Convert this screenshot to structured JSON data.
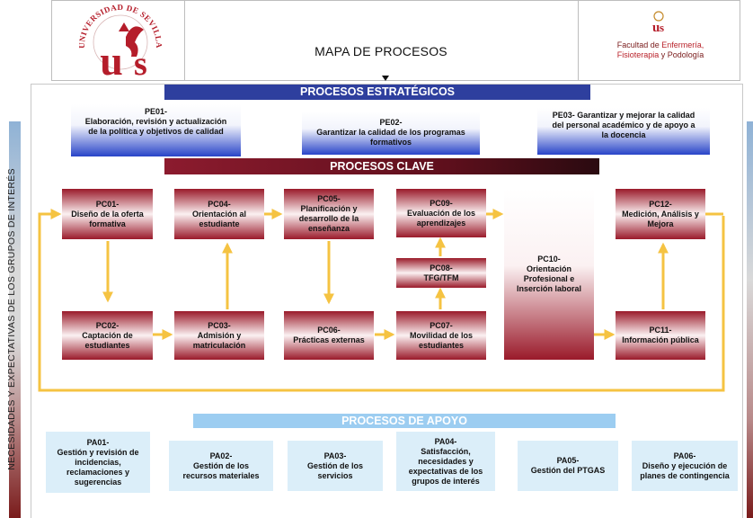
{
  "header": {
    "title": "MAPA DE PROCESOS",
    "university_logo_text": "UNIVERSIDAD DE SEVILLA",
    "faculty": {
      "line1_part1": "Facultad de ",
      "line1_part2": "Enfermería,",
      "line2_part1": "Fisioterapia ",
      "line2_part2": "y Podología"
    }
  },
  "side_label": "NECESIDADES Y EXPECTATIVAS DE LOS GRUPOS DE INTERÉS",
  "strategic": {
    "banner": "PROCESOS ESTRATÉGICOS",
    "pe01": "PE01-\nElaboración, revisión y  actualización\nde la política y  objetivos de calidad",
    "pe02": "PE02-\nGarantizar la calidad de los  programas\nformativos",
    "pe03": "PE03- Garantizar y mejorar la  calidad\ndel personal académico y de  apoyo a\nla docencia"
  },
  "key": {
    "banner": "PROCESOS CLAVE",
    "pc01": "PC01-\nDiseño de la  oferta\nformativa",
    "pc02": "PC02-\nCaptación de\nestudiantes",
    "pc03": "PC03-\nAdmisión y\nmatriculación",
    "pc04": "PC04-\nOrientación al\nestudiante",
    "pc05": "PC05-\nPlanificación y\ndesarrollo de la\nenseñanza",
    "pc06": "PC06-\nPrácticas externas",
    "pc07": "PC07-\nMovilidad de los\nestudiantes",
    "pc08": "PC08-\nTFG/TFM",
    "pc09": "PC09-\nEvaluación de los\naprendizajes",
    "pc10": "PC10-\nOrientación\nProfesional e\nInserción laboral",
    "pc11": "PC11-\nInformación pública",
    "pc12": "PC12-\nMedición, Análisis y\nMejora"
  },
  "support": {
    "banner": "PROCESOS  DE  APOYO",
    "pa01": "PA01-\nGestión y revisión de\nincidencias,\nreclamaciones y\nsugerencias",
    "pa02": "PA02-\nGestión de los\nrecursos materiales",
    "pa03": "PA03-\nGestión de los\nservicios",
    "pa04": "PA04-\nSatisfacción,\nnecesidades y\nexpectativas de los\ngrupos de interés",
    "pa05": "PA05-\nGestión del PTGAS",
    "pa06": "PA06-\nDiseño y ejecución de\nplanes de  contingencia"
  },
  "colors": {
    "strategic_banner": "#2e3f9e",
    "key_banner": "#7a1326",
    "support_banner": "#9ccdf1",
    "arrow": "#f5c342",
    "key_box": "#9a1a2a",
    "support_box": "#dbeef9"
  }
}
